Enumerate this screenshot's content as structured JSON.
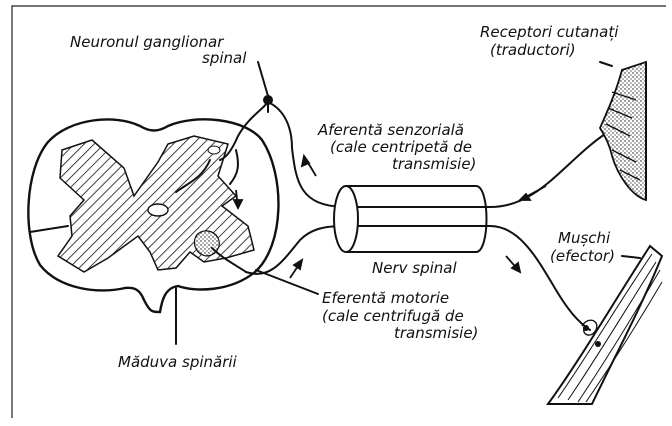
{
  "diagram": {
    "colors": {
      "ink": "#111111",
      "paper": "#ffffff",
      "frame": "#222222"
    },
    "labels": {
      "neuron_line1": "Neuronul ganglionar",
      "neuron_line2": "spinal",
      "receptor_line1": "Receptori cutanați",
      "receptor_line2": "(traductori)",
      "afferent_line1": "Aferentă senzorială",
      "afferent_line2": "(cale centripetă de",
      "afferent_line3": "transmisie)",
      "nerve": "Nerv spinal",
      "muscle_line1": "Mușchi",
      "muscle_line2": "(efector)",
      "efferent_line1": "Eferentă motorie",
      "efferent_line2": "(cale centrifugă de",
      "efferent_line3": "transmisie)",
      "cord": "Măduva spinării"
    }
  }
}
